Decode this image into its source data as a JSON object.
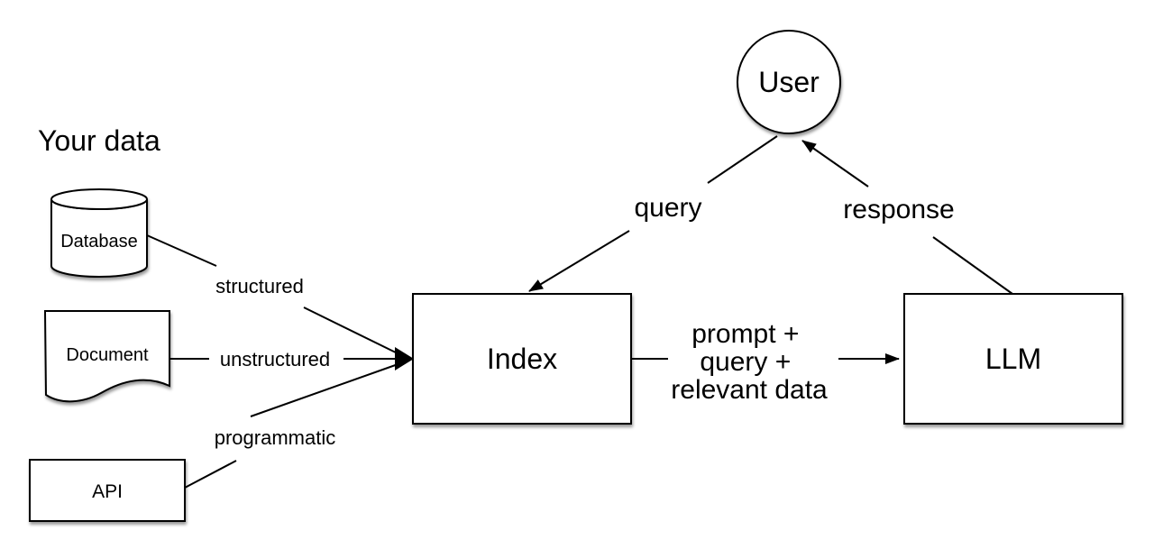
{
  "diagram": {
    "section_label": "Your data",
    "nodes": {
      "database": {
        "label": "Database"
      },
      "document": {
        "label": "Document"
      },
      "api": {
        "label": "API"
      },
      "index": {
        "label": "Index"
      },
      "user": {
        "label": "User"
      },
      "llm": {
        "label": "LLM"
      }
    },
    "edges": {
      "structured": {
        "label": "structured"
      },
      "unstructured": {
        "label": "unstructured"
      },
      "programmatic": {
        "label": "programmatic"
      },
      "query": {
        "label": "query"
      },
      "response": {
        "label": "response"
      },
      "index_to_llm": {
        "label_lines": [
          "prompt +",
          "query +",
          "relevant data"
        ]
      }
    },
    "colors": {
      "background": "#ffffff",
      "shape_fill": "#ffffff",
      "stroke": "#000000",
      "text": "#000000"
    }
  }
}
